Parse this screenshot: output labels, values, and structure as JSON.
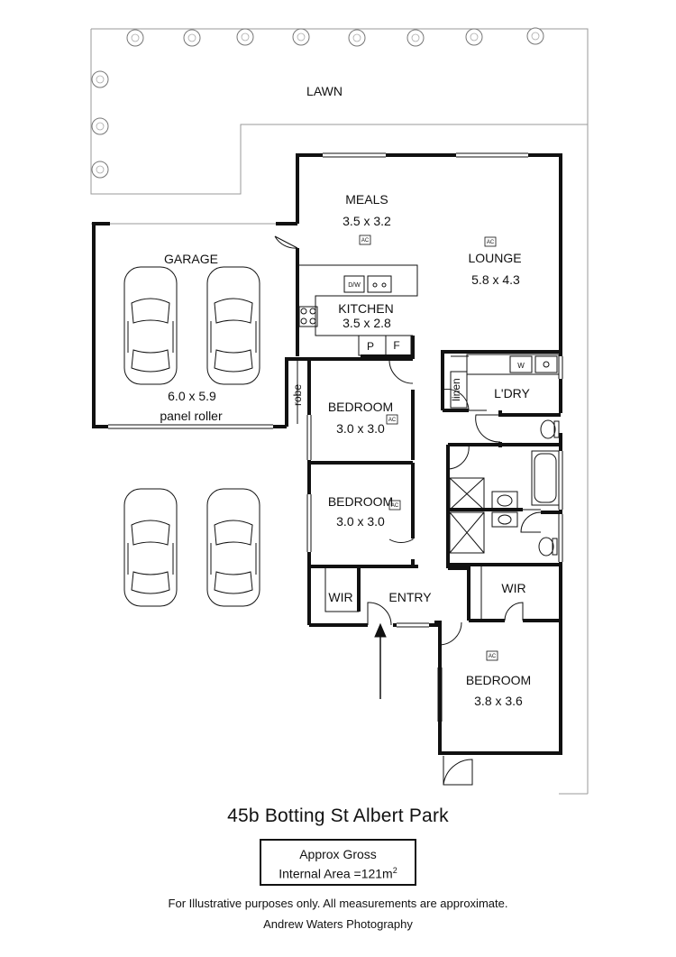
{
  "rooms": {
    "lawn": "LAWN",
    "meals": {
      "name": "MEALS",
      "size": "3.5 x 3.2"
    },
    "lounge": {
      "name": "LOUNGE",
      "size": "5.8 x 4.3"
    },
    "garage": {
      "name": "GARAGE",
      "size": "6.0 x 5.9",
      "door": "panel roller"
    },
    "kitchen": {
      "name": "KITCHEN",
      "size": "3.5 x 2.8"
    },
    "bedroom1": {
      "name": "BEDROOM",
      "size": "3.0 x 3.0"
    },
    "bedroom2": {
      "name": "BEDROOM",
      "size": "3.0 x 3.0"
    },
    "bedroom3": {
      "name": "BEDROOM",
      "size": "3.8 x 3.6"
    },
    "laundry": "L'DRY",
    "linen": "linen",
    "robe": "robe",
    "wir1": "WIR",
    "wir2": "WIR",
    "entry": "ENTRY",
    "pantry": "P",
    "fridge": "F",
    "washer": "W",
    "dishwasher": "D/W",
    "ac": "AC"
  },
  "footer": {
    "address": "45b Botting St Albert Park",
    "area_line1": "Approx Gross",
    "area_line2_prefix": "Internal Area =121m",
    "area_sup": "2",
    "disclaimer": "For Illustrative purposes only.  All measurements are approximate.",
    "credit": "Andrew Waters Photography"
  }
}
